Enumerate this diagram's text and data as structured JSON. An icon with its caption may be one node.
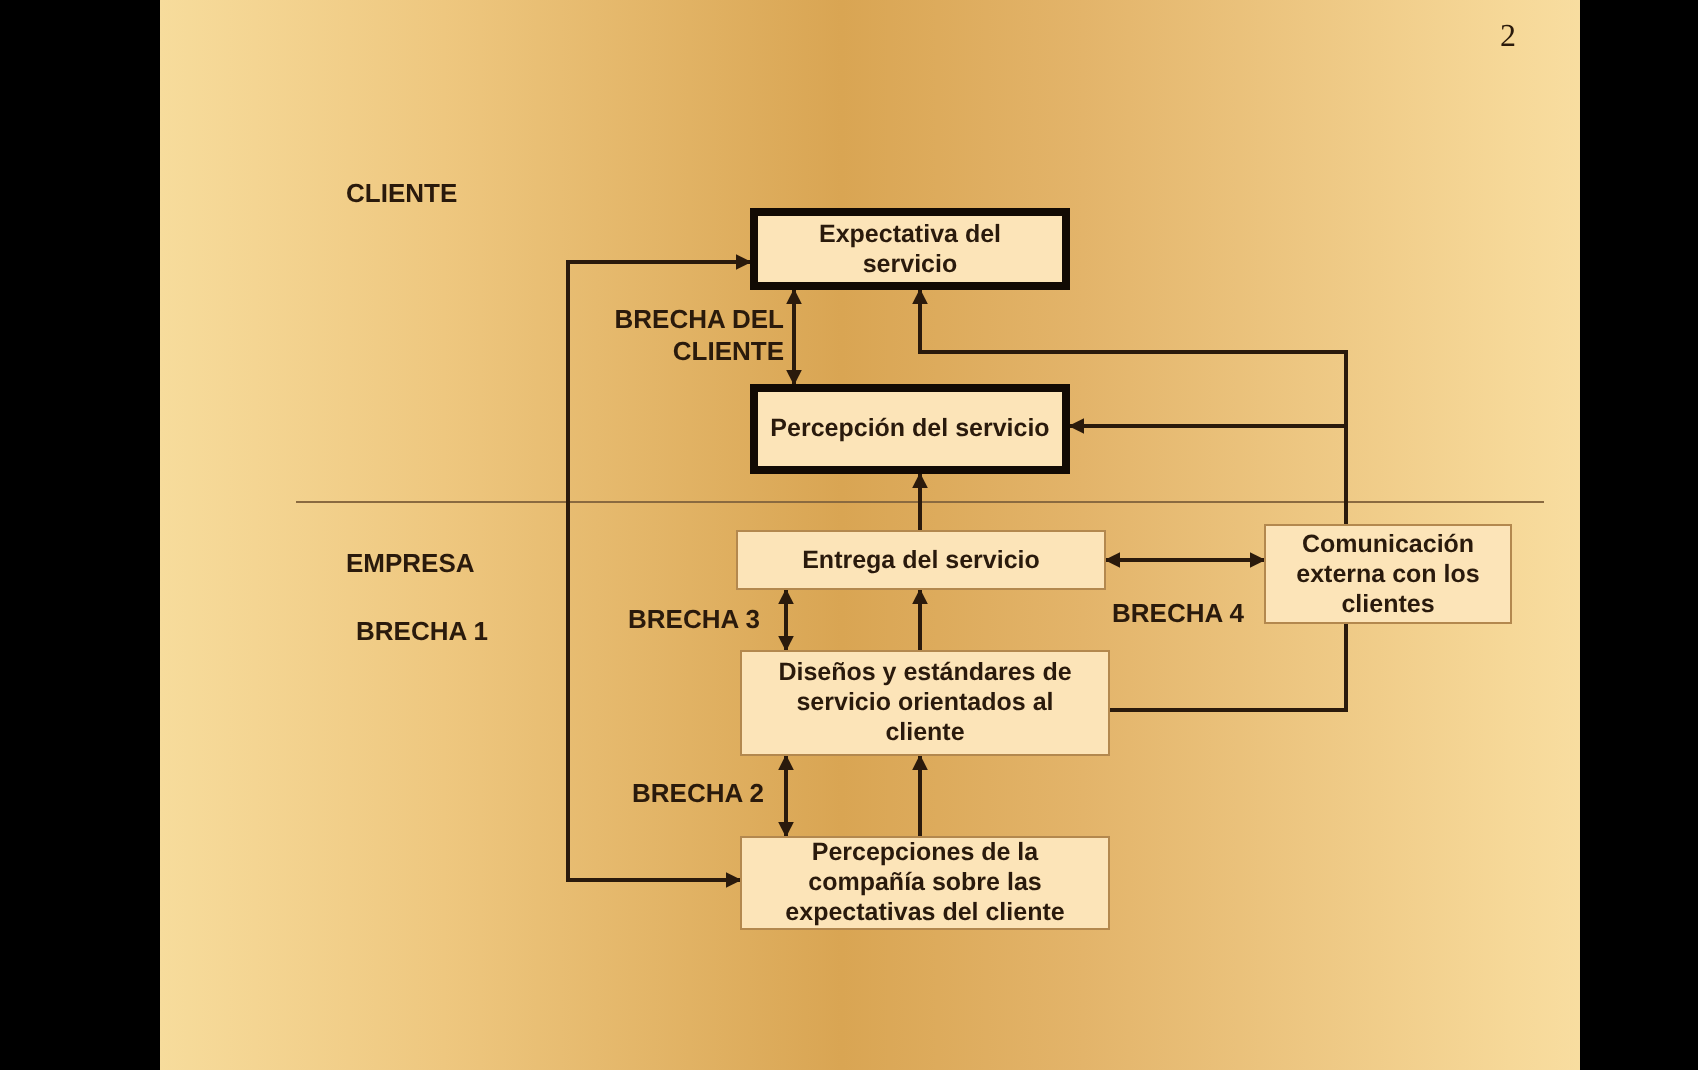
{
  "diagram": {
    "nodes": [
      {
        "text": [
          "Expectativa del servicio"
        ]
      },
      {
        "text": [
          "Percepción del servicio"
        ]
      },
      {
        "text": [
          "Entrega del servicio"
        ]
      },
      {
        "text": [
          "Diseños y estándares de servicio orientados al cliente"
        ]
      },
      {
        "text": [
          "Percepciones de la compañía sobre las expectativas del cliente"
        ]
      },
      {
        "text": [
          "Comunicación externa con los clientes"
        ]
      }
    ],
    "edges": [
      {
        "from": 4,
        "to": 0,
        "arrow": "both"
      },
      {
        "from": 0,
        "to": 1,
        "arrow": "both",
        "label": "BRECHA DEL CLIENTE"
      },
      {
        "from": 2,
        "to": 1,
        "arrow": "to"
      },
      {
        "from": 3,
        "to": 2,
        "arrow": "to"
      },
      {
        "from": 4,
        "to": 3,
        "arrow": "to"
      },
      {
        "from": 2,
        "to": 3,
        "arrow": "both",
        "label": "BRECHA 3"
      },
      {
        "from": 3,
        "to": 4,
        "arrow": "both",
        "label": "BRECHA 2"
      },
      {
        "from": 2,
        "to": 5,
        "arrow": "both",
        "label": "BRECHA 4"
      },
      {
        "from": 5,
        "to": 0,
        "arrow": "to"
      },
      {
        "from": 5,
        "to": 1,
        "arrow": "to"
      },
      {
        "from": 3,
        "to": 5,
        "arrow": "none"
      }
    ],
    "labels": [
      "2",
      "CLIENTE",
      "EMPRESA",
      "BRECHA 1"
    ]
  }
}
